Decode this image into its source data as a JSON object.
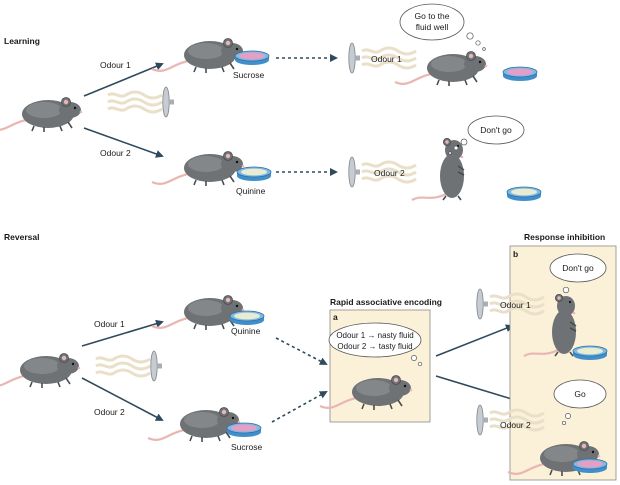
{
  "sections": {
    "learning": "Learning",
    "reversal": "Reversal",
    "response_inhibition": "Response inhibition",
    "rapid_encoding": "Rapid associative encoding"
  },
  "panel_labels": {
    "a": "a",
    "b": "b"
  },
  "learning": {
    "odour1": "Odour 1",
    "odour2": "Odour 2",
    "sucrose": "Sucrose",
    "quinine": "Quinine",
    "test_odour1": "Odour 1",
    "test_odour2": "Odour 2",
    "thought1_line1": "Go to the",
    "thought1_line2": "fluid well",
    "thought2": "Don't go"
  },
  "reversal": {
    "odour1": "Odour 1",
    "odour2": "Odour 2",
    "quinine": "Quinine",
    "sucrose": "Sucrose",
    "encoding_line1": "Odour 1 → nasty fluid",
    "encoding_line2": "Odour 2 → tasty fluid",
    "inhibit_odour1": "Odour 1",
    "inhibit_odour2": "Odour 2",
    "thought_dont": "Don't go",
    "thought_go": "Go"
  },
  "colors": {
    "rat": "#6f7275",
    "rat_dark": "#4a4d50",
    "tail": "#e9b7b3",
    "sucrose": "#e79ec4",
    "quinine": "#e9ecd0",
    "dish": "#3f8fcc",
    "panel": "#fbf1d8",
    "odour": "#eadfc8",
    "arrow": "#2f4a5c"
  }
}
